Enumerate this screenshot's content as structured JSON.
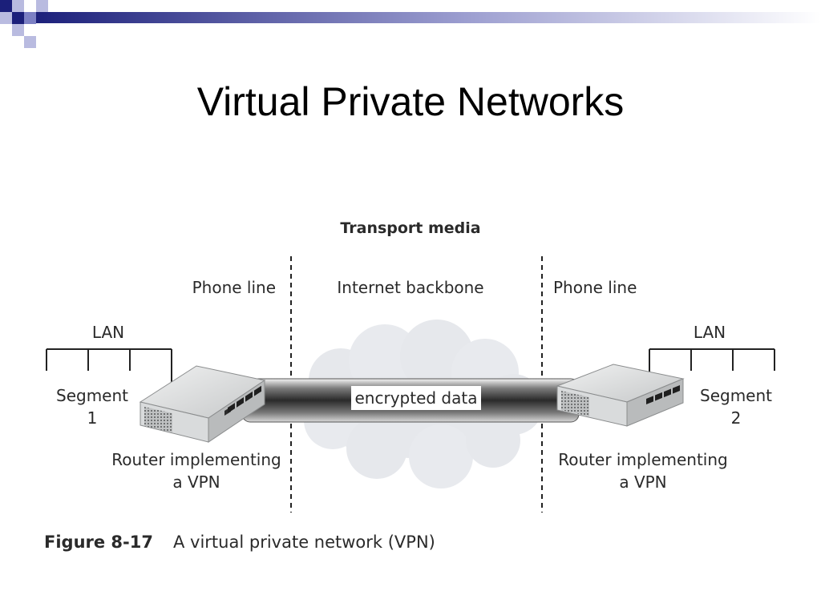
{
  "slide": {
    "title": "Virtual Private Networks"
  },
  "diagram": {
    "transport_media_label": "Transport media",
    "phone_line_left": "Phone line",
    "internet_backbone": "Internet backbone",
    "phone_line_right": "Phone line",
    "lan_left": "LAN",
    "lan_right": "LAN",
    "segment_left_word": "Segment",
    "segment_left_number": "1",
    "segment_right_word": "Segment",
    "segment_right_number": "2",
    "tunnel_label": "encrypted data",
    "router_left_line1": "Router implementing",
    "router_left_line2": "a VPN",
    "router_right_line1": "Router implementing",
    "router_right_line2": "a VPN",
    "caption_number": "Figure 8-17",
    "caption_text": "A virtual private network (VPN)"
  },
  "colors": {
    "accent_navy": "#1b1f7a",
    "accent_lavender": "#9c9ed0",
    "cloud": "#e6e8ec",
    "router_body": "#d4d6d7"
  }
}
